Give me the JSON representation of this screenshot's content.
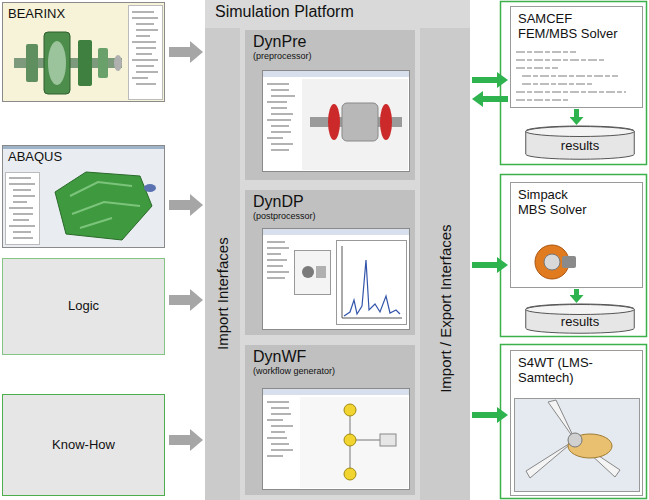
{
  "diagram": {
    "nodes": [
      {
        "text": [
          "BEARINX"
        ]
      },
      {
        "text": [
          "ABAQUS"
        ]
      },
      {
        "text": [
          "Logic"
        ]
      },
      {
        "text": [
          "Know-How"
        ]
      },
      {
        "text": [
          "Simulation Platform"
        ]
      },
      {
        "text": [
          "Import Interfaces"
        ],
        "in": 4
      },
      {
        "text": [
          "DynPre",
          "(preprocessor)"
        ],
        "in": 4
      },
      {
        "text": [
          "DynDP",
          "(postprocessor)"
        ],
        "in": 4
      },
      {
        "text": [
          "DynWF",
          "(workflow generator)"
        ],
        "in": 4
      },
      {
        "text": [
          "Import / Export Interfaces"
        ],
        "in": 4
      },
      {
        "text": [
          "SAMCEF FEM/MBS Solver"
        ]
      },
      {
        "text": [
          "results"
        ]
      },
      {
        "text": [
          "Simpack MBS Solver"
        ]
      },
      {
        "text": [
          "results"
        ]
      },
      {
        "text": [
          "S4WT (LMS-Samtech)"
        ]
      }
    ],
    "edges": [
      {
        "from": 0,
        "to": 5,
        "arrow": "to"
      },
      {
        "from": 1,
        "to": 5,
        "arrow": "to"
      },
      {
        "from": 2,
        "to": 5,
        "arrow": "to"
      },
      {
        "from": 3,
        "to": 5,
        "arrow": "to"
      },
      {
        "from": 9,
        "to": 10,
        "arrow": "to"
      },
      {
        "from": 10,
        "to": 9,
        "arrow": "to"
      },
      {
        "from": 10,
        "to": 11,
        "arrow": "to"
      },
      {
        "from": 9,
        "to": 12,
        "arrow": "to"
      },
      {
        "from": 12,
        "to": 13,
        "arrow": "to"
      },
      {
        "from": 9,
        "to": 14,
        "arrow": "to"
      }
    ]
  }
}
